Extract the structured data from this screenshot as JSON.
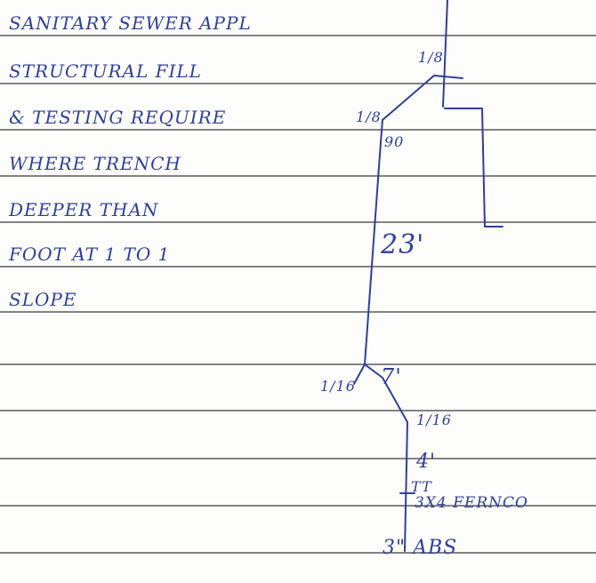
{
  "note_lines": [
    "SANITARY SEWER APPL",
    "STRUCTURAL FILL",
    "& TESTING REQUIRE",
    "WHERE TRENCH",
    "DEEPER THAN",
    "FOOT AT 1 TO 1",
    "SLOPE"
  ],
  "sketch_labels": {
    "slope_top": "1/8",
    "slope_upper": "1/8",
    "fitting_top": "90",
    "run_length_main": "23'",
    "slope_lower_left": "1/16",
    "run_length_offset": "7'",
    "slope_lower_right": "1/16",
    "run_length_short": "4'",
    "fitting_bottom": "TT",
    "fernco_note": "3X4 FERNCO",
    "pipe_spec": "3\" ABS"
  },
  "colors": {
    "ink": "#2f3f9a",
    "rule": "#3a3a3a",
    "paper": "#fdfdfb"
  }
}
